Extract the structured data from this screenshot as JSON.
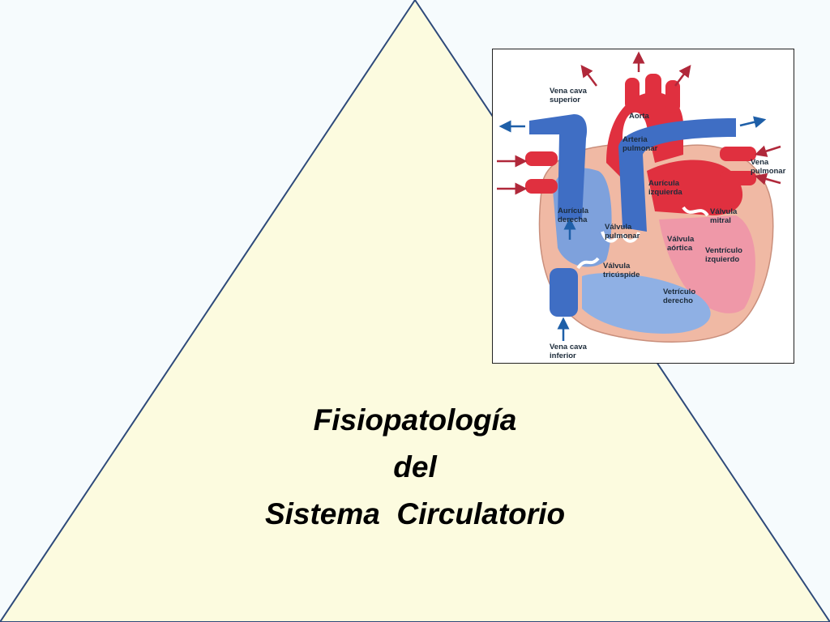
{
  "slide": {
    "title_lines": [
      "Fisiopatología",
      "del",
      "Sistema  Circulatorio"
    ],
    "colors": {
      "background": "#f6fbfd",
      "triangle_fill": "#fcfbdf",
      "triangle_stroke": "#2e4a7a",
      "oxygenated": "#e0303f",
      "deoxygenated": "#3f6ec4",
      "heart_wall": "#f0b9a4",
      "arrow_red": "#b0283a",
      "arrow_blue": "#1e5fa8"
    }
  },
  "heart_diagram": {
    "labels": {
      "vena_cava_superior": [
        "Vena cava",
        "superior"
      ],
      "aorta": "Aorta",
      "arteria_pulmonar": [
        "Arteria",
        "pulmonar"
      ],
      "vena_pulmonar": [
        "Vena",
        "pulmonar"
      ],
      "auricula_izquierda": [
        "Aurícula",
        "izquierda"
      ],
      "auricula_derecha": [
        "Aurícula",
        "derecha"
      ],
      "valvula_mitral": [
        "Válvula",
        "mitral"
      ],
      "valvula_pulmonar": [
        "Válvula",
        "pulmonar"
      ],
      "valvula_aortica": [
        "Válvula",
        "aórtica"
      ],
      "ventriculo_izquierdo": [
        "Ventrículo",
        "izquierdo"
      ],
      "valvula_tricuspide": [
        "Válvula",
        "tricúspide"
      ],
      "ventriculo_derecho": [
        "Vetrículo",
        "derecho"
      ],
      "vena_cava_inferior": [
        "Vena cava",
        "inferior"
      ]
    }
  }
}
